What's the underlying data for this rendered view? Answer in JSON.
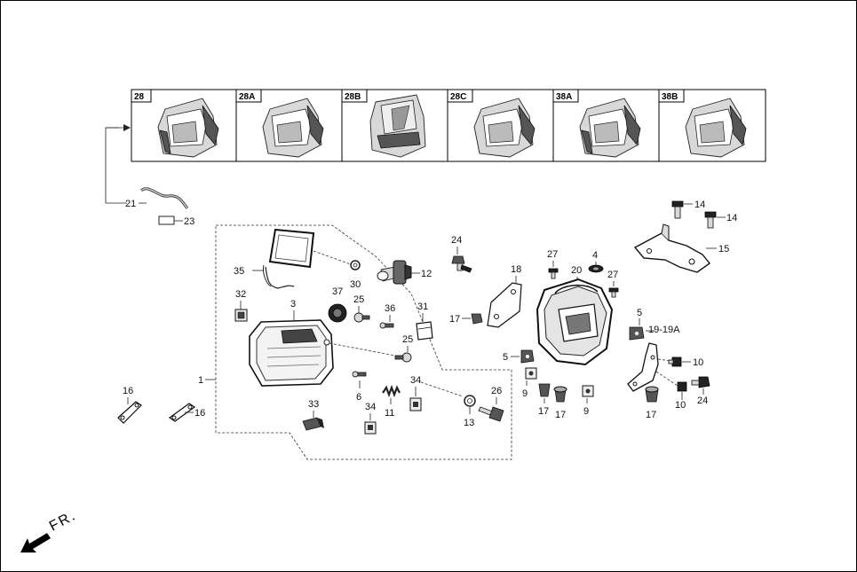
{
  "variant_boxes": [
    {
      "tag": "28"
    },
    {
      "tag": "28A"
    },
    {
      "tag": "28B"
    },
    {
      "tag": "28C"
    },
    {
      "tag": "38A"
    },
    {
      "tag": "38B"
    }
  ],
  "callouts": {
    "c1": "1",
    "c3": "3",
    "c4": "4",
    "c5a": "5",
    "c5b": "5",
    "c6": "6",
    "c9a": "9",
    "c9b": "9",
    "c10a": "10",
    "c10b": "10",
    "c11": "11",
    "c12": "12",
    "c13": "13",
    "c14a": "14",
    "c14b": "14",
    "c15": "15",
    "c16a": "16",
    "c16b": "16",
    "c17a": "17",
    "c17b": "17",
    "c17c": "17",
    "c17d": "17",
    "c18": "18",
    "c19": "19-19A",
    "c20": "20",
    "c21": "21",
    "c23": "23",
    "c24a": "24",
    "c24b": "24",
    "c25a": "25",
    "c25b": "25",
    "c26": "26",
    "c27a": "27",
    "c27b": "27",
    "c30": "30",
    "c31": "31",
    "c32": "32",
    "c33": "33",
    "c34a": "34",
    "c34b": "34",
    "c35": "35",
    "c36": "36",
    "c37": "37"
  },
  "direction": {
    "label": "FR."
  },
  "icons": {
    "direction": "arrow-front-icon"
  }
}
